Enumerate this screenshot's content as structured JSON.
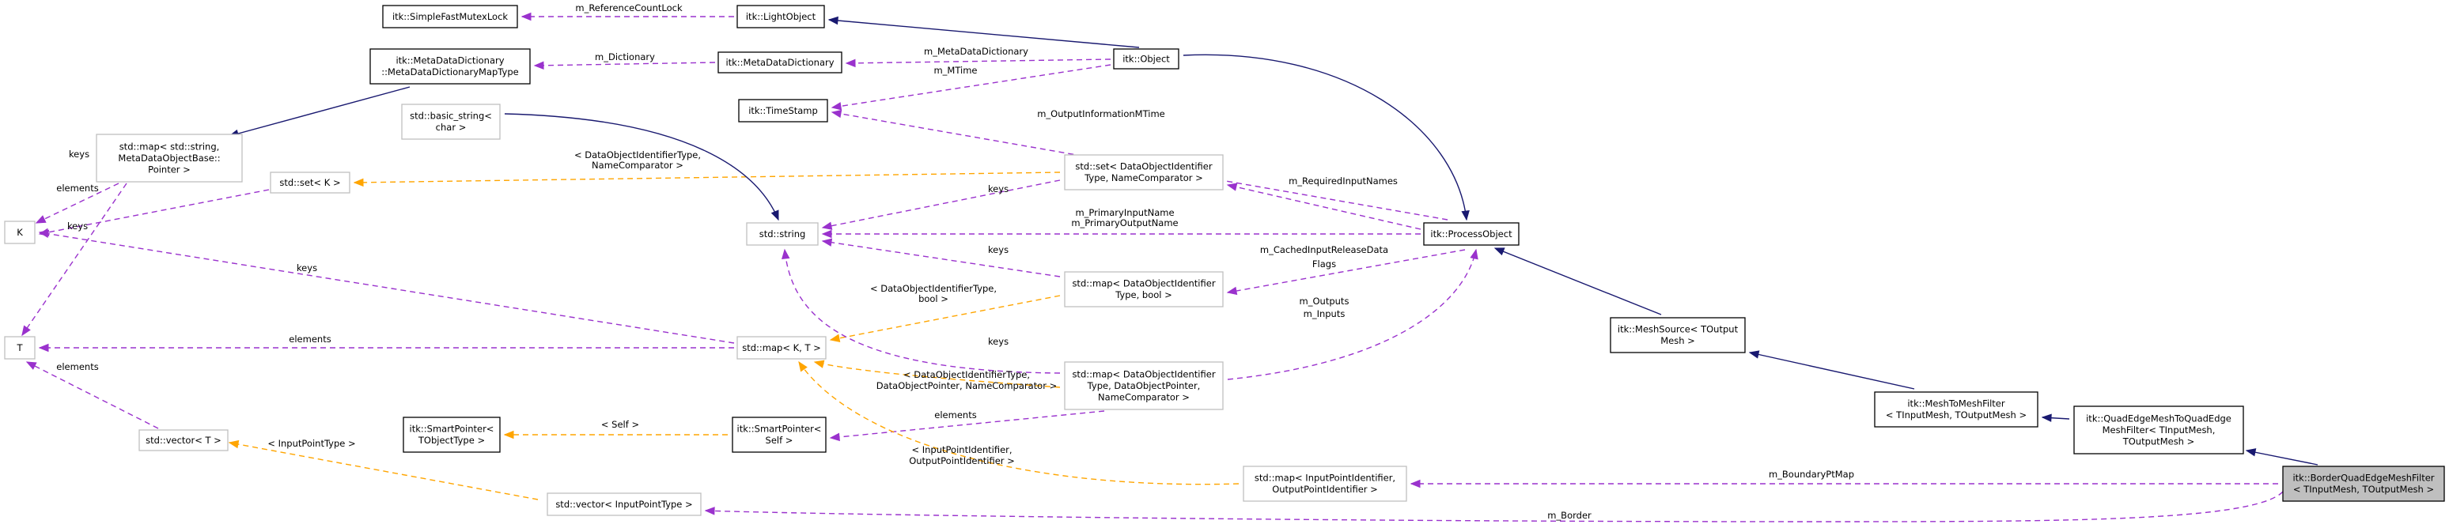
{
  "nodes": [
    {
      "id": "sfml",
      "lines": [
        "itk::SimpleFastMutexLock"
      ],
      "style": "black"
    },
    {
      "id": "lightobj",
      "lines": [
        "itk::LightObject"
      ],
      "style": "black"
    },
    {
      "id": "object",
      "lines": [
        "itk::Object"
      ],
      "style": "black"
    },
    {
      "id": "mddmap",
      "lines": [
        "itk::MetaDataDictionary",
        "::MetaDataDictionaryMapType"
      ],
      "style": "black"
    },
    {
      "id": "mdd",
      "lines": [
        "itk::MetaDataDictionary"
      ],
      "style": "black"
    },
    {
      "id": "timestamp",
      "lines": [
        "itk::TimeStamp"
      ],
      "style": "black"
    },
    {
      "id": "basicstr",
      "lines": [
        "std::basic_string<",
        "char >"
      ],
      "style": "gray"
    },
    {
      "id": "mapstr",
      "lines": [
        "std::map< std::string,",
        "MetaDataObjectBase::",
        "Pointer >"
      ],
      "style": "gray"
    },
    {
      "id": "setK",
      "lines": [
        "std::set< K >"
      ],
      "style": "gray"
    },
    {
      "id": "K",
      "lines": [
        "K"
      ],
      "style": "gray"
    },
    {
      "id": "string",
      "lines": [
        "std::string"
      ],
      "style": "gray"
    },
    {
      "id": "setdoi",
      "lines": [
        "std::set< DataObjectIdentifier",
        "Type, NameComparator >"
      ],
      "style": "gray"
    },
    {
      "id": "procobj",
      "lines": [
        "itk::ProcessObject"
      ],
      "style": "black"
    },
    {
      "id": "mapdoibool",
      "lines": [
        "std::map< DataObjectIdentifier",
        "Type, bool >"
      ],
      "style": "gray"
    },
    {
      "id": "meshsrc",
      "lines": [
        "itk::MeshSource< TOutput",
        "Mesh >"
      ],
      "style": "black"
    },
    {
      "id": "T",
      "lines": [
        "T"
      ],
      "style": "gray"
    },
    {
      "id": "mapKT",
      "lines": [
        "std::map< K, T >"
      ],
      "style": "gray"
    },
    {
      "id": "mapdoiptr",
      "lines": [
        "std::map< DataObjectIdentifier",
        "Type, DataObjectPointer,",
        "NameComparator >"
      ],
      "style": "gray"
    },
    {
      "id": "sptrTO",
      "lines": [
        "itk::SmartPointer<",
        "TObjectType >"
      ],
      "style": "black"
    },
    {
      "id": "sptrSelf",
      "lines": [
        "itk::SmartPointer<",
        "Self >"
      ],
      "style": "black"
    },
    {
      "id": "m2m",
      "lines": [
        "itk::MeshToMeshFilter",
        "< TInputMesh, TOutputMesh >"
      ],
      "style": "black"
    },
    {
      "id": "qe2qe",
      "lines": [
        "itk::QuadEdgeMeshToQuadEdge",
        "MeshFilter< TInputMesh,",
        "TOutputMesh >"
      ],
      "style": "black"
    },
    {
      "id": "vecT",
      "lines": [
        "std::vector< T >"
      ],
      "style": "gray"
    },
    {
      "id": "mapipi",
      "lines": [
        "std::map< InputPointIdentifier,",
        "OutputPointIdentifier >"
      ],
      "style": "gray"
    },
    {
      "id": "vecIPT",
      "lines": [
        "std::vector< InputPointType >"
      ],
      "style": "gray"
    },
    {
      "id": "border",
      "lines": [
        "itk::BorderQuadEdgeMeshFilter",
        "< TInputMesh, TOutputMesh >"
      ],
      "style": "current"
    }
  ],
  "edges": [
    {
      "from": "sfml",
      "to": "lightobj",
      "kind": "use",
      "label": [
        "m_ReferenceCountLock"
      ]
    },
    {
      "from": "lightobj",
      "to": "object",
      "kind": "inh",
      "label": []
    },
    {
      "from": "mddmap",
      "to": "mdd",
      "kind": "use",
      "label": [
        "m_Dictionary"
      ]
    },
    {
      "from": "mdd",
      "to": "object",
      "kind": "use",
      "label": [
        "m_MetaDataDictionary"
      ]
    },
    {
      "from": "timestamp",
      "to": "object",
      "kind": "use",
      "label": [
        "m_MTime"
      ]
    },
    {
      "from": "object",
      "to": "procobj",
      "kind": "inh",
      "label": []
    },
    {
      "from": "timestamp",
      "to": "procobj",
      "kind": "use",
      "label": [
        "m_OutputInformationMTime"
      ]
    },
    {
      "from": "mapstr",
      "to": "mddmap",
      "kind": "inh",
      "label": []
    },
    {
      "from": "K",
      "to": "mapstr",
      "kind": "use",
      "label": [
        "keys"
      ]
    },
    {
      "from": "T",
      "to": "mapstr",
      "kind": "use",
      "label": [
        "elements"
      ]
    },
    {
      "from": "K",
      "to": "setK",
      "kind": "use",
      "label": [
        "keys"
      ]
    },
    {
      "from": "setK",
      "to": "setdoi",
      "kind": "tpl",
      "label": [
        "< DataObjectIdentifierType,",
        "NameComparator >"
      ]
    },
    {
      "from": "basicstr",
      "to": "string",
      "kind": "inh",
      "label": []
    },
    {
      "from": "string",
      "to": "setdoi",
      "kind": "use",
      "label": [
        "keys"
      ]
    },
    {
      "from": "setdoi",
      "to": "procobj",
      "kind": "use",
      "label": [
        "m_RequiredInputNames"
      ]
    },
    {
      "from": "string",
      "to": "procobj",
      "kind": "use",
      "label": [
        "m_PrimaryInputName",
        "m_PrimaryOutputName"
      ]
    },
    {
      "from": "string",
      "to": "mapdoibool",
      "kind": "use",
      "label": [
        "keys"
      ]
    },
    {
      "from": "mapdoibool",
      "to": "procobj",
      "kind": "use",
      "label": [
        "m_CachedInputReleaseData",
        "Flags"
      ]
    },
    {
      "from": "mapKT",
      "to": "mapdoibool",
      "kind": "tpl",
      "label": [
        "< DataObjectIdentifierType,",
        "bool >"
      ]
    },
    {
      "from": "string",
      "to": "mapdoiptr",
      "kind": "use",
      "label": [
        "keys"
      ]
    },
    {
      "from": "mapdoiptr",
      "to": "procobj",
      "kind": "use",
      "label": [
        "m_Outputs",
        "m_Inputs"
      ]
    },
    {
      "from": "procobj",
      "to": "meshsrc",
      "kind": "inh",
      "label": []
    },
    {
      "from": "K",
      "to": "mapKT",
      "kind": "use",
      "label": [
        "keys"
      ]
    },
    {
      "from": "T",
      "to": "mapKT",
      "kind": "use",
      "label": [
        "elements"
      ]
    },
    {
      "from": "mapKT",
      "to": "mapdoiptr",
      "kind": "tpl",
      "label": [
        "< DataObjectIdentifierType,",
        "DataObjectPointer, NameComparator >"
      ]
    },
    {
      "from": "sptrTO",
      "to": "sptrSelf",
      "kind": "tpl",
      "label": [
        "< Self >"
      ]
    },
    {
      "from": "sptrSelf",
      "to": "mapdoiptr",
      "kind": "use",
      "label": [
        "elements"
      ]
    },
    {
      "from": "meshsrc",
      "to": "m2m",
      "kind": "inh",
      "label": []
    },
    {
      "from": "m2m",
      "to": "qe2qe",
      "kind": "inh",
      "label": []
    },
    {
      "from": "T",
      "to": "vecT",
      "kind": "use",
      "label": [
        "elements"
      ]
    },
    {
      "from": "mapKT",
      "to": "mapipi",
      "kind": "tpl",
      "label": [
        "< InputPointIdentifier,",
        "OutputPointIdentifier >"
      ]
    },
    {
      "from": "vecT",
      "to": "vecIPT",
      "kind": "tpl",
      "label": [
        "< InputPointType >"
      ]
    },
    {
      "from": "qe2qe",
      "to": "border",
      "kind": "inh",
      "label": []
    },
    {
      "from": "mapipi",
      "to": "border",
      "kind": "use",
      "label": [
        "m_BoundaryPtMap"
      ]
    },
    {
      "from": "vecIPT",
      "to": "border",
      "kind": "use",
      "label": [
        "m_Border"
      ]
    }
  ]
}
